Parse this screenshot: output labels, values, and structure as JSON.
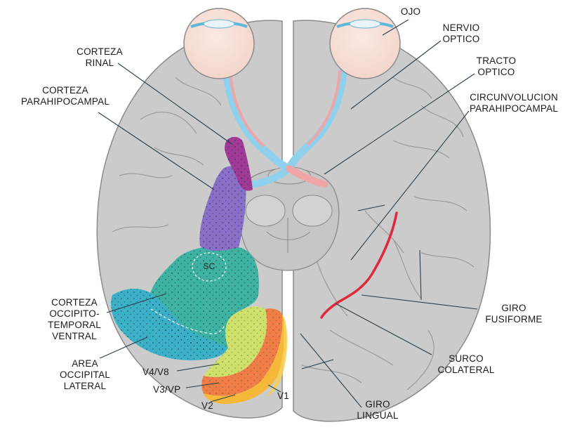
{
  "labels": {
    "ojo": [
      "OJO"
    ],
    "nervio_optico": [
      "NERVIO",
      "OPTICO"
    ],
    "tracto_optico": [
      "TRACTO",
      "OPTICO"
    ],
    "circunvolucion": [
      "CIRCUNVOLUCION",
      "PARAHIPOCAMPAL"
    ],
    "corteza_rinal": [
      "CORTEZA",
      "RINAL"
    ],
    "corteza_parahipocampal": [
      "CORTEZA",
      "PARAHIPOCAMPAL"
    ],
    "sc": "SC",
    "corteza_occipito": [
      "CORTEZA",
      "OCCIPITO-",
      "TEMPORAL",
      "VENTRAL"
    ],
    "area_occipital": [
      "AREA",
      "OCCIPITAL",
      "LATERAL"
    ],
    "v4v8": "V4/V8",
    "v3vp": "V3/VP",
    "v2": "V2",
    "v1": "V1",
    "giro_fusiforme": [
      "GIRO",
      "FUSIFORME"
    ],
    "surco_colateral": [
      "SURCO",
      "COLATERAL"
    ],
    "giro_lingual": [
      "GIRO",
      "LINGUAL"
    ]
  },
  "colors": {
    "brain": "#cbcbcb",
    "brain_edge": "#8a8a8a",
    "optic_blue": "#8fd0ec",
    "optic_pink": "#f0a6a6",
    "rinal": "#a03a96",
    "parahipocampal": "#8a6fc9",
    "occipito_temporal": "#3fb3a3",
    "occipital_lateral": "#3bb0c8",
    "v4v8": "#cfe06a",
    "v3vp": "#f07d45",
    "v2": "#f6b838",
    "sulcus_red": "#e0283a"
  }
}
